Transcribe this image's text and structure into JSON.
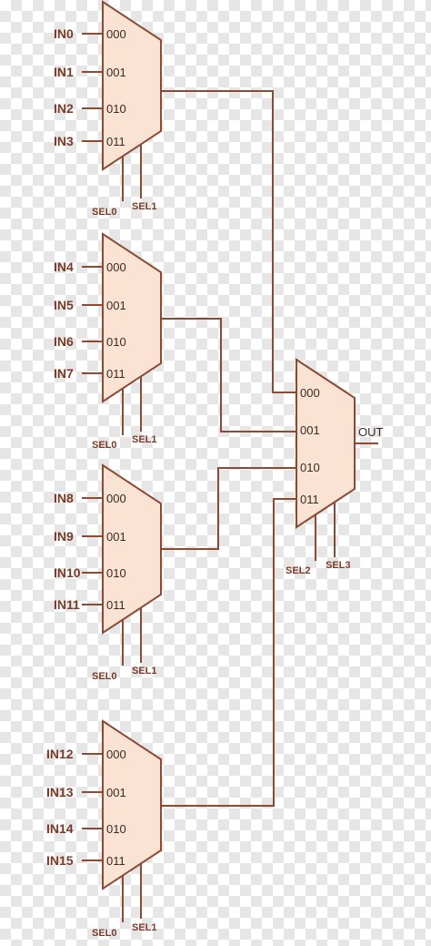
{
  "colors": {
    "mux_fill": "#fbe3d3",
    "line": "#8b4a33",
    "label": "#7a3a25"
  },
  "muxes": [
    {
      "inputs": [
        "IN0",
        "IN1",
        "IN2",
        "IN3"
      ],
      "ports": [
        "000",
        "001",
        "010",
        "011"
      ],
      "selects": [
        "SEL0",
        "SEL1"
      ]
    },
    {
      "inputs": [
        "IN4",
        "IN5",
        "IN6",
        "IN7"
      ],
      "ports": [
        "000",
        "001",
        "010",
        "011"
      ],
      "selects": [
        "SEL0",
        "SEL1"
      ]
    },
    {
      "inputs": [
        "IN8",
        "IN9",
        "IN10",
        "IN11"
      ],
      "ports": [
        "000",
        "001",
        "010",
        "011"
      ],
      "selects": [
        "SEL0",
        "SEL1"
      ]
    },
    {
      "inputs": [
        "IN12",
        "IN13",
        "IN14",
        "IN15"
      ],
      "ports": [
        "000",
        "001",
        "010",
        "011"
      ],
      "selects": [
        "SEL0",
        "SEL1"
      ]
    }
  ],
  "final_mux": {
    "ports": [
      "000",
      "001",
      "010",
      "011"
    ],
    "selects": [
      "SEL2",
      "SEL3"
    ],
    "output": "OUT"
  }
}
